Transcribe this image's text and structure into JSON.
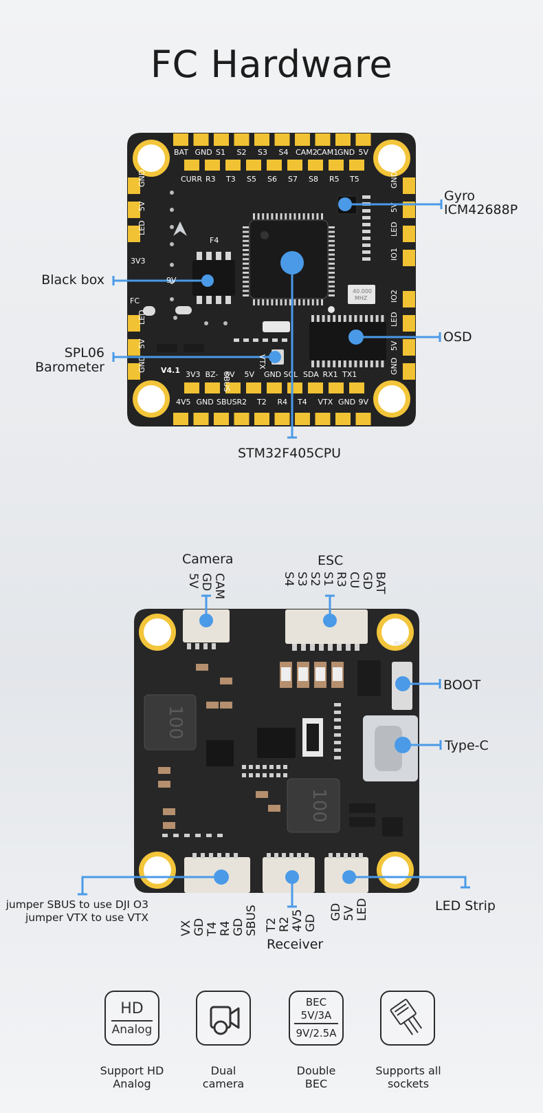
{
  "page_title": "FC Hardware",
  "top_board": {
    "callouts": {
      "gyro": [
        "Gyro",
        "ICM42688P"
      ],
      "black_box": "Black box",
      "osd": "OSD",
      "barometer": [
        "SPL06",
        "Barometer"
      ],
      "cpu": "STM32F405CPU"
    },
    "silkscreen": {
      "top_row": [
        "BAT",
        "GND",
        "S1",
        "S2",
        "S3",
        "S4",
        "CAM2",
        "CAM1",
        "GND",
        "5V"
      ],
      "second_row": [
        "CURR",
        "R3",
        "T3",
        "S5",
        "S6",
        "S7",
        "S8",
        "R5",
        "T5"
      ],
      "left_top": [
        "GND",
        "5V",
        "LED"
      ],
      "left_bottom": [
        "LED",
        "5V",
        "GND"
      ],
      "right_top": [
        "GND",
        "5V",
        "LED",
        "IO1"
      ],
      "right_bottom": [
        "IO2",
        "LED",
        "5V",
        "GND"
      ],
      "bottom_upper_row": [
        "3V3",
        "BZ-",
        "5V",
        "5V",
        "GND",
        "SCL",
        "SDA",
        "RX1",
        "TX1"
      ],
      "bottom_row": [
        "4V5",
        "GND",
        "SBUS",
        "R2",
        "T2",
        "R4",
        "T4",
        "VTX",
        "GND",
        "9V"
      ],
      "model": "F4",
      "version": "V4.1",
      "v3v3": "3V3",
      "fc": "FC",
      "nine_v": "9V",
      "sbus_vert": "SBUS",
      "vtx_vert": "VTX",
      "crystal": [
        "40.000",
        "MHZ"
      ]
    }
  },
  "bottom_board": {
    "camera": {
      "title": "Camera",
      "pins": [
        "5V",
        "GD",
        "CAM"
      ]
    },
    "esc": {
      "title": "ESC",
      "pins": [
        "S4",
        "S3",
        "S2",
        "S1",
        "R3",
        "CU",
        "GD",
        "BAT"
      ]
    },
    "boot": "BOOT",
    "type_c": "Type-C",
    "led_strip": {
      "title": "LED Strip",
      "pins": [
        "GD",
        "5V",
        "LED"
      ]
    },
    "receiver": {
      "title": "Receiver",
      "pins": [
        "T2",
        "R2",
        "4V5",
        "GD"
      ]
    },
    "vtx_connector": {
      "pins": [
        "VX",
        "GD",
        "T4",
        "R4",
        "GD",
        "SBUS"
      ]
    },
    "jumper_notes": [
      "jumper SBUS to use DJI O3",
      "jumper VTX to use VTX"
    ],
    "inductor_label": "100",
    "boot_silk": "BOOT"
  },
  "features": [
    {
      "caption": [
        "Support HD",
        "Analog"
      ],
      "icon": "hd-analog-icon",
      "icon_text": [
        "HD",
        "Analog"
      ]
    },
    {
      "caption": [
        "Dual",
        "camera"
      ],
      "icon": "camera-icon"
    },
    {
      "caption": [
        "Double",
        "BEC"
      ],
      "icon": "bec-icon",
      "icon_text": [
        "BEC",
        "5V/3A",
        "9V/2.5A"
      ]
    },
    {
      "caption": [
        "Supports all",
        "sockets"
      ],
      "icon": "socket-icon"
    }
  ],
  "colors": {
    "accent": "#4a9ae8",
    "board": "#222222",
    "pad": "#f1c233"
  }
}
